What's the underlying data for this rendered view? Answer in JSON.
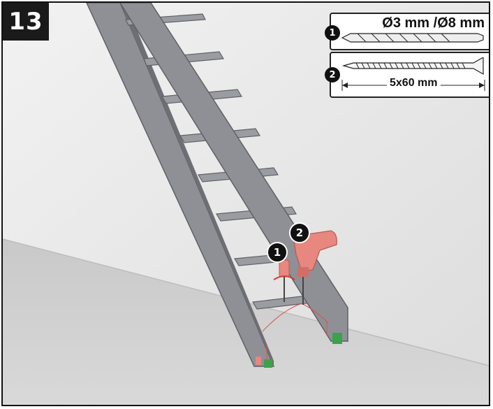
{
  "step": {
    "number": "13"
  },
  "specs": {
    "drill": {
      "index": "1",
      "label": "Ø3 mm /Ø8 mm"
    },
    "screw": {
      "index": "2",
      "label": "5x60 mm"
    }
  },
  "scene": {
    "badge_drill": "1",
    "badge_hammer_drill": "2"
  },
  "colors": {
    "stair": "#8e9095",
    "stair_dark": "#6d6f74",
    "wall": "#e6e6e6",
    "floor": "#cfcfcf",
    "tool_red": "#e7877f",
    "bracket_green": "#3aa24a"
  }
}
